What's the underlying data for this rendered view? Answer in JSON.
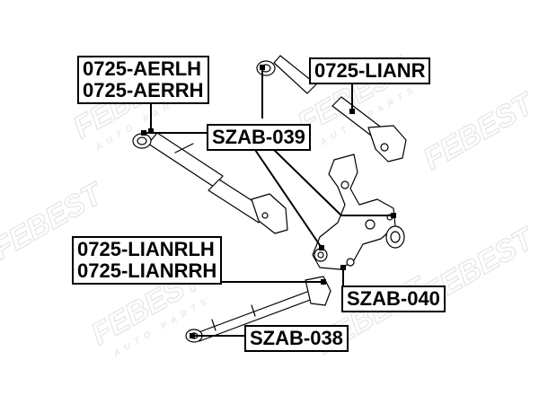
{
  "watermark": {
    "brand": "FEBEST",
    "tagline": "AUTO PARTS"
  },
  "callouts": {
    "aerlh": "0725-AERLH",
    "aerrh": "0725-AERRH",
    "lianr": "0725-LIANR",
    "szab039": "SZAB-039",
    "lianrlh": "0725-LIANRLH",
    "lianrrh": "0725-LIANRRH",
    "szab040": "SZAB-040",
    "szab038": "SZAB-038"
  }
}
